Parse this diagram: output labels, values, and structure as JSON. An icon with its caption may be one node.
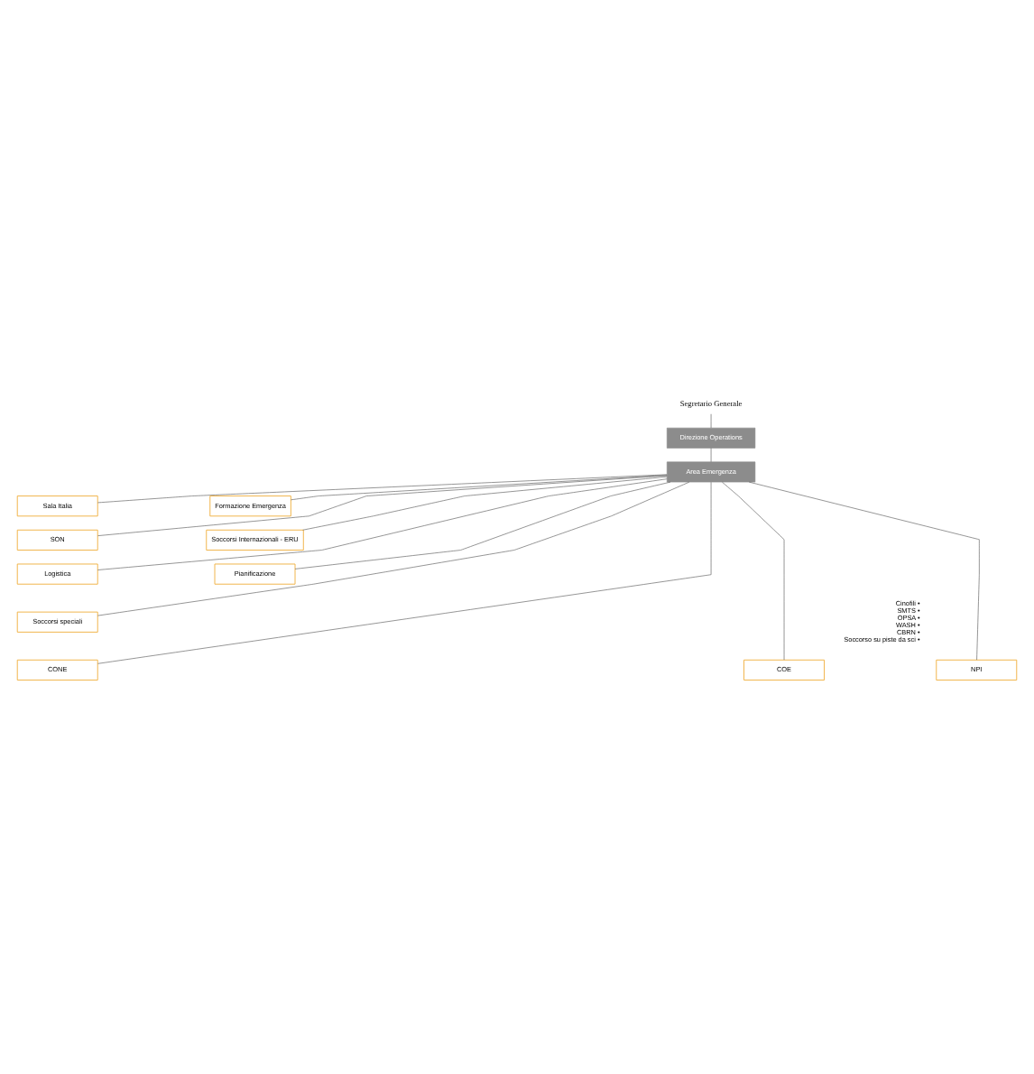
{
  "diagram": {
    "nodes": [
      {
        "text": [
          "Segretario Generale"
        ]
      },
      {
        "text": [
          "Direzione Operations"
        ]
      },
      {
        "text": [
          "Area Emergenza"
        ]
      },
      {
        "text": [
          "Sala Italia"
        ]
      },
      {
        "text": [
          "Formazione Emergenza"
        ]
      },
      {
        "text": [
          "SON"
        ]
      },
      {
        "text": [
          "Soccorsi Internazionali - ERU"
        ]
      },
      {
        "text": [
          "Logistica"
        ]
      },
      {
        "text": [
          "Pianificazione"
        ]
      },
      {
        "text": [
          "Soccorsi speciali"
        ],
        "beside": [
          "Cinofili •",
          "SMTS •",
          "OPSA •",
          "WASH •",
          "CBRN •",
          "Soccorso su piste da sci •"
        ]
      },
      {
        "text": [
          "CONE"
        ]
      },
      {
        "text": [
          "COE"
        ]
      },
      {
        "text": [
          "NPI"
        ]
      }
    ],
    "edges": [
      {
        "from": 0,
        "to": 1,
        "arrow": "none"
      },
      {
        "from": 1,
        "to": 2,
        "arrow": "none"
      },
      {
        "from": 2,
        "to": 3,
        "arrow": "none"
      },
      {
        "from": 2,
        "to": 4,
        "arrow": "none"
      },
      {
        "from": 2,
        "to": 5,
        "arrow": "none"
      },
      {
        "from": 2,
        "to": 6,
        "arrow": "none"
      },
      {
        "from": 2,
        "to": 7,
        "arrow": "none"
      },
      {
        "from": 2,
        "to": 8,
        "arrow": "none"
      },
      {
        "from": 2,
        "to": 9,
        "arrow": "none"
      },
      {
        "from": 2,
        "to": 10,
        "arrow": "none"
      },
      {
        "from": 2,
        "to": 11,
        "arrow": "none"
      },
      {
        "from": 2,
        "to": 12,
        "arrow": "none"
      }
    ]
  }
}
